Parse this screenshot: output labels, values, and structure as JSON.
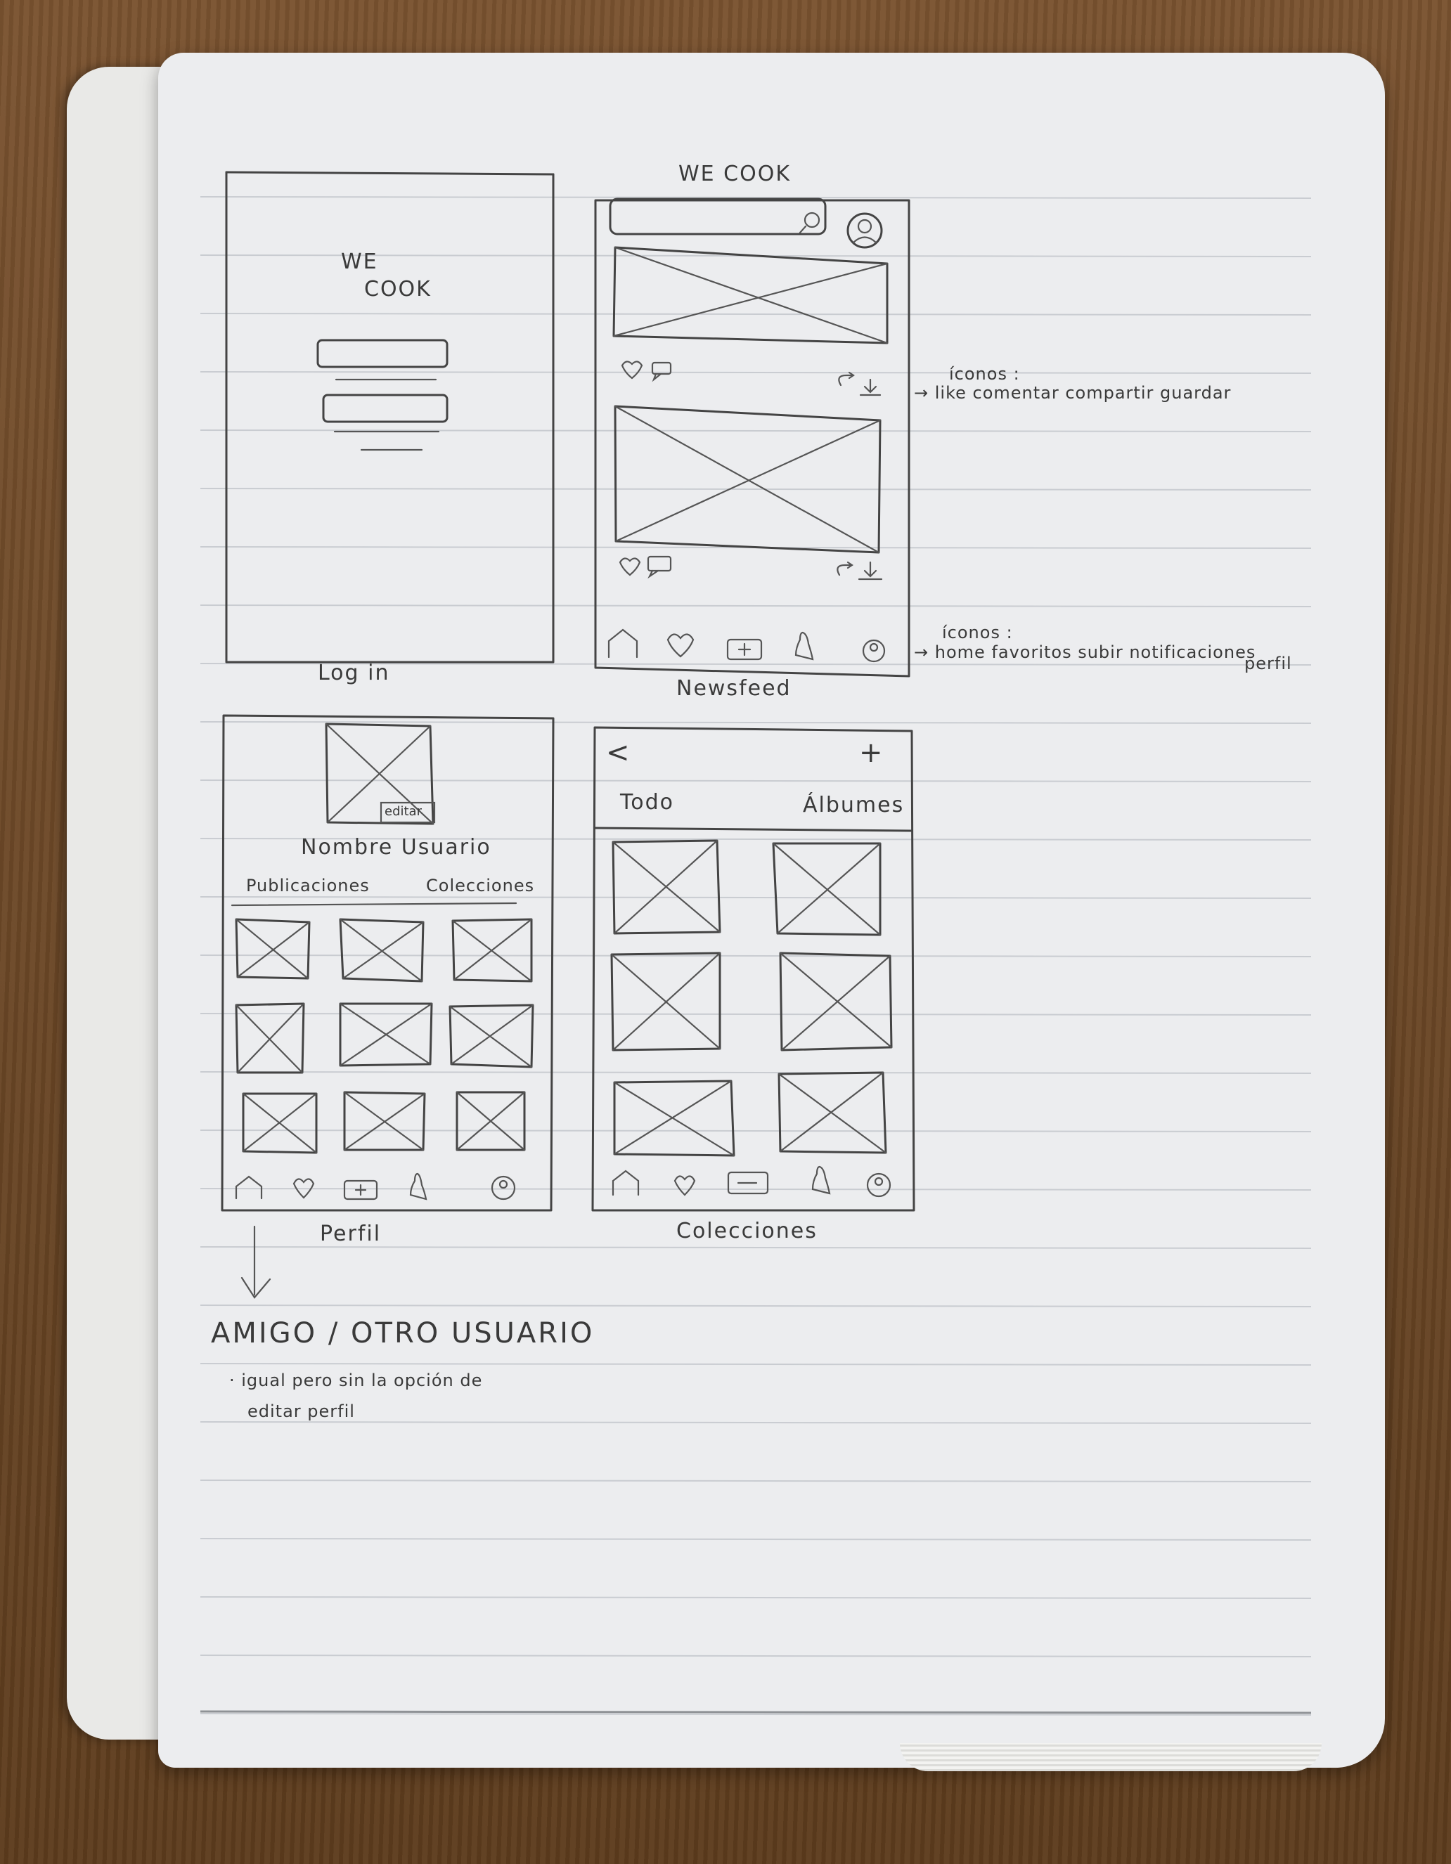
{
  "app_title": "WE COOK",
  "login": {
    "logo_line1": "WE",
    "logo_line2": "COOK",
    "caption": "Log in"
  },
  "newsfeed": {
    "caption": "Newsfeed"
  },
  "notes": {
    "post_icons_title": "íconos :",
    "post_icons_list": "→ like   comentar     compartir  guardar",
    "nav_icons_title": "íconos :",
    "nav_icons_list": "→ home  favoritos  subir  notificaciones",
    "nav_icons_list_cont": "perfil"
  },
  "profile": {
    "edit_label": "editar",
    "username": "Nombre Usuario",
    "tab_posts": "Publicaciones",
    "tab_collections": "Colecciones",
    "caption": "Perfil"
  },
  "collections": {
    "back_icon": "<",
    "add_icon": "+",
    "tab_all": "Todo",
    "tab_albums": "Álbumes",
    "caption": "Colecciones"
  },
  "friend_note": {
    "title": "AMIGO / OTRO USUARIO",
    "line1": "· igual pero sin la opción de",
    "line2": "editar perfil"
  }
}
